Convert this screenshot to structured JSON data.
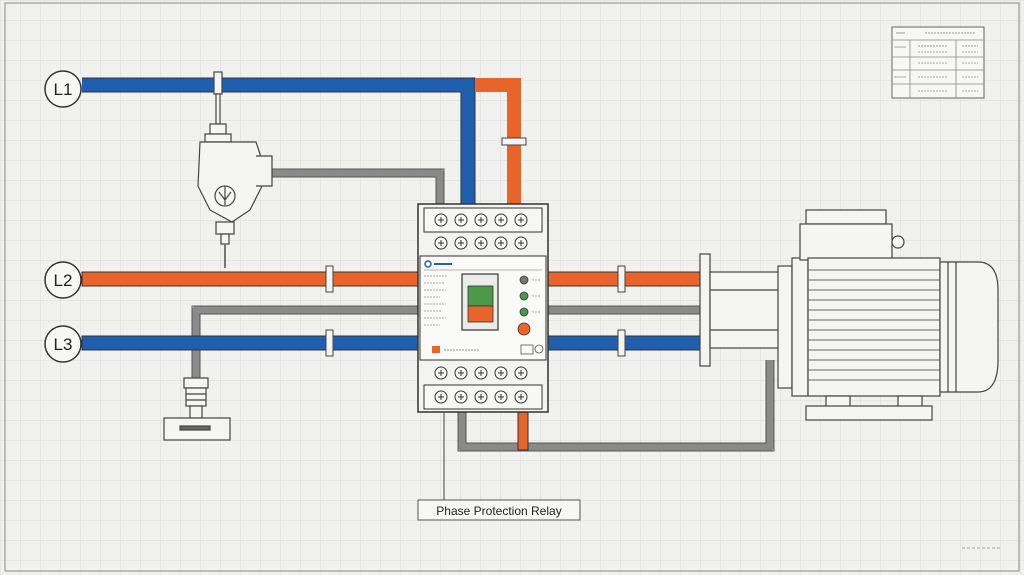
{
  "phase_labels": {
    "l1": "L1",
    "l2": "L2",
    "l3": "L3"
  },
  "relay_caption": "Phase Protection Relay",
  "colors": {
    "blue": "#1f5fae",
    "orange": "#e8642a",
    "gray": "#8a8a8a",
    "outline": "#444444",
    "grid": "#dcdcd8",
    "paper": "#f1f1ef",
    "relay_green": "#4a9a4a",
    "relay_orange": "#e8642a"
  }
}
